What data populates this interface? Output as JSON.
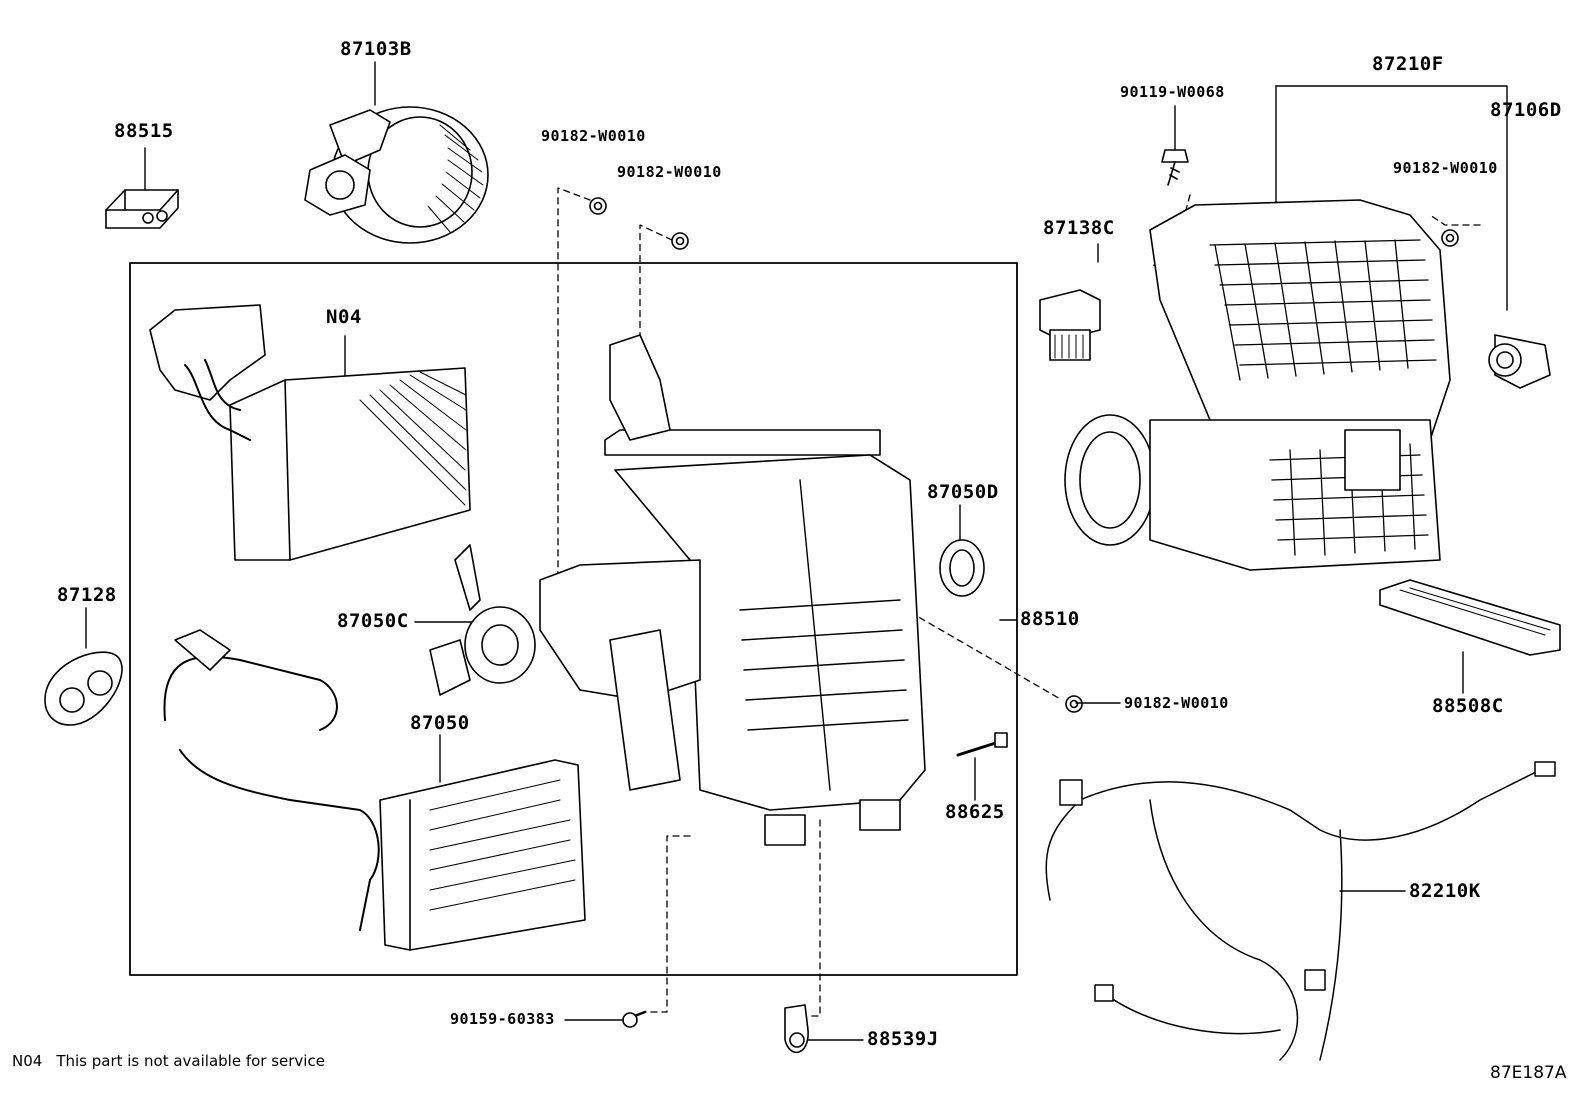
{
  "labels": {
    "p87103B": "87103B",
    "p88515": "88515",
    "p90182_a": "90182-W0010",
    "p90182_b": "90182-W0010",
    "p90119": "90119-W0068",
    "p87210F": "87210F",
    "p87106D": "87106D",
    "p90182_c": "90182-W0010",
    "p87138C": "87138C",
    "pN04": "N04",
    "p87050D": "87050D",
    "p87128": "87128",
    "p87050C": "87050C",
    "p88510": "88510",
    "p90182_d": "90182-W0010",
    "p88508C": "88508C",
    "p87050": "87050",
    "p88625": "88625",
    "p82210K": "82210K",
    "p90159": "90159-60383",
    "p88539J": "88539J"
  },
  "footnote": {
    "code": "N04",
    "text": "This part is not available for service"
  },
  "illustration_id": "87E187A"
}
